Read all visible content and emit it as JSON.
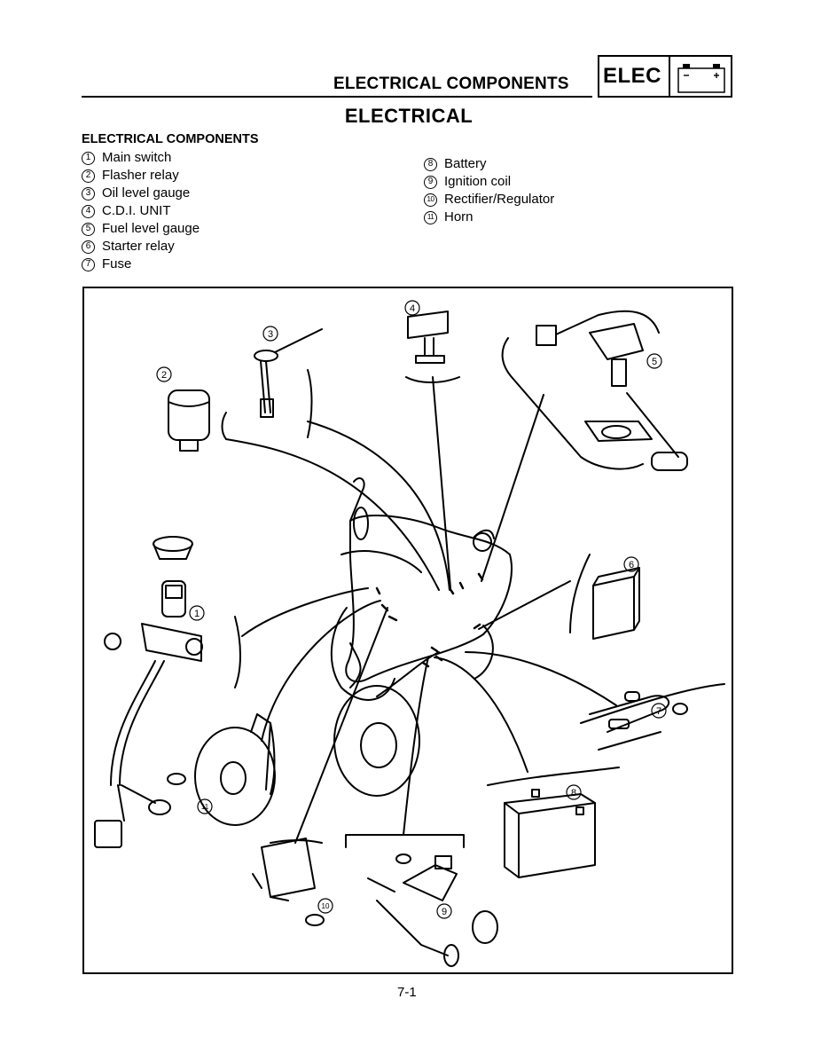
{
  "header": {
    "title": "ELECTRICAL COMPONENTS",
    "badge": "ELEC",
    "battery_icon": "battery-icon"
  },
  "section_title": "ELECTRICAL",
  "components_heading": "ELECTRICAL COMPONENTS",
  "components_left": [
    {
      "num": "1",
      "label": "Main switch"
    },
    {
      "num": "2",
      "label": "Flasher relay"
    },
    {
      "num": "3",
      "label": "Oil level gauge"
    },
    {
      "num": "4",
      "label": "C.D.I. UNIT"
    },
    {
      "num": "5",
      "label": "Fuel level gauge"
    },
    {
      "num": "6",
      "label": "Starter relay"
    },
    {
      "num": "7",
      "label": "Fuse"
    }
  ],
  "components_right": [
    {
      "num": "8",
      "label": "Battery"
    },
    {
      "num": "9",
      "label": "Ignition coil"
    },
    {
      "num": "10",
      "label": "Rectifier/Regulator"
    },
    {
      "num": "11",
      "label": "Horn"
    }
  ],
  "diagram": {
    "callouts": [
      "1",
      "2",
      "3",
      "4",
      "5",
      "6",
      "7",
      "8",
      "9",
      "10",
      "11"
    ]
  },
  "page_number": "7-1"
}
